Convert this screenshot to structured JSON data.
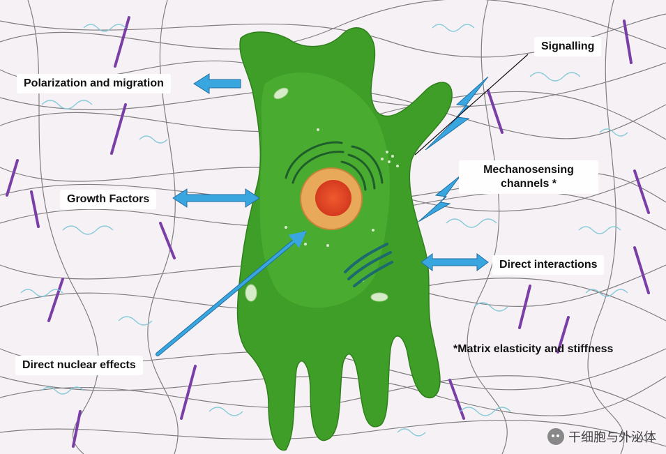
{
  "labels": {
    "polarization": "Polarization and migration",
    "growth": "Growth Factors",
    "nuclear": "Direct nuclear effects",
    "signalling": "Signalling",
    "mechano": "Mechanosensing channels *",
    "direct": "Direct interactions",
    "matrix": "*Matrix elasticity and stiffness"
  },
  "watermark": "干细胞与外泌体",
  "colors": {
    "cell": "#3e9e27",
    "cell_light": "#57bb3a",
    "nucleus_outer": "#e8a95a",
    "nucleus_inner": "#e2462a",
    "arrow": "#3aa6df",
    "fiber_grey": "#6b6b6b",
    "fiber_purple": "#7a3fa6",
    "fiber_teal": "#7cc6d6"
  }
}
